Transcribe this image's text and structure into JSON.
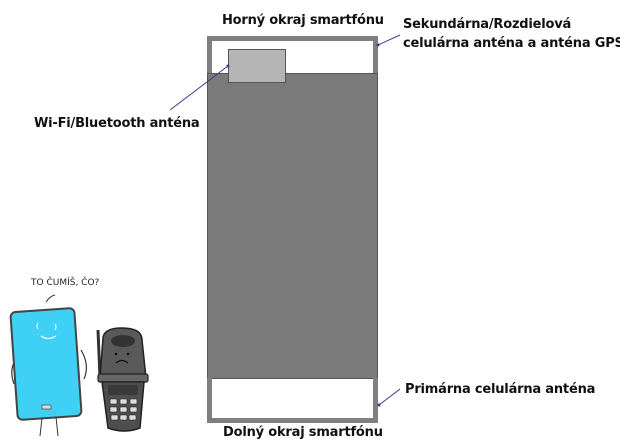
{
  "labels": {
    "top_edge": "Horný okraj smartfónu",
    "secondary_antenna_line1": "Sekundárna/Rozdielová",
    "secondary_antenna_line2": "celulárna anténa a anténa GPS",
    "wifi_antenna": "Wi-Fi/Bluetooth anténa",
    "primary_antenna": "Primárna celulárna anténa",
    "bottom_edge": "Dolný okraj smartfónu"
  },
  "cartoon": {
    "speech": "TO ČUMÍŠ, ČO?"
  },
  "colors": {
    "frame": "#7f7f7f",
    "body": "#7a7a7a",
    "wifi_box": "#b5b5b5",
    "pointer": "#3a3a8a",
    "smartphone_screen": "#3fd0f5",
    "old_phone": "#5a5a5a"
  }
}
